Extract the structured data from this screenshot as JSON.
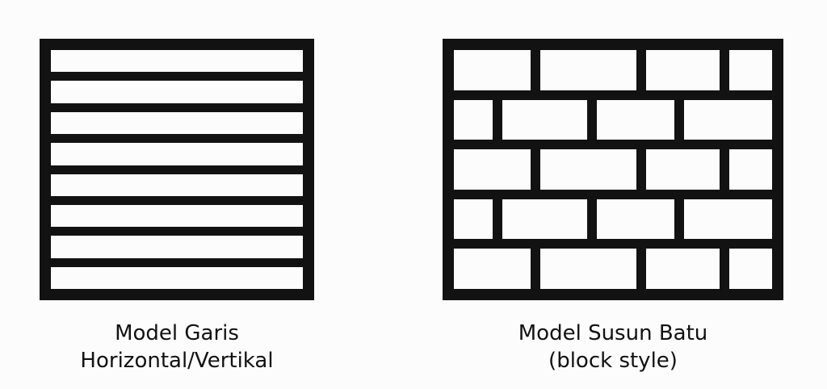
{
  "colors": {
    "ink": "#121212",
    "paper": "#fcfcfc"
  },
  "left_model": {
    "caption_line1": "Model Garis",
    "caption_line2": "Horizontal/Vertikal",
    "stripe_count": 8
  },
  "right_model": {
    "caption_line1": "Model Susun Batu",
    "caption_line2": "(block style)",
    "rows": [
      [
        0.245,
        0.305,
        0.235,
        0.135
      ],
      [
        0.12,
        0.26,
        0.24,
        0.27
      ],
      [
        0.245,
        0.305,
        0.235,
        0.135
      ],
      [
        0.12,
        0.26,
        0.24,
        0.27
      ],
      [
        0.245,
        0.305,
        0.235,
        0.135
      ]
    ]
  }
}
